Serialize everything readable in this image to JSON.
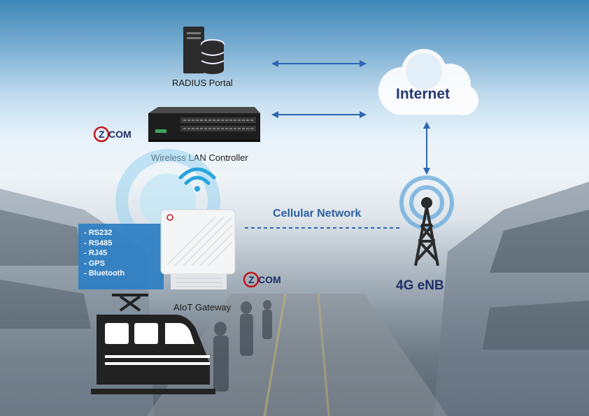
{
  "nodes": {
    "radius": {
      "label": "RADIUS Portal"
    },
    "wlc": {
      "label": "Wireless LAN Controller"
    },
    "internet": {
      "label": "Internet"
    },
    "enb": {
      "label": "4G eNB"
    },
    "gateway": {
      "label": "AIoT Gateway"
    }
  },
  "link": {
    "cellular_label": "Cellular Network"
  },
  "brand": {
    "text_prefix": "Z",
    "text_suffix": "COM"
  },
  "interfaces": [
    "- RS232",
    "- RS485",
    "- RJ45",
    "- GPS",
    "- Bluetooth"
  ],
  "colors": {
    "arrow": "#2f65b1",
    "internet_text": "#22386e",
    "cellular_text": "#2e5f9e",
    "interface_box": "#2f7fc4",
    "brand_red": "#c4161c",
    "wifi": "#27a4dc"
  }
}
